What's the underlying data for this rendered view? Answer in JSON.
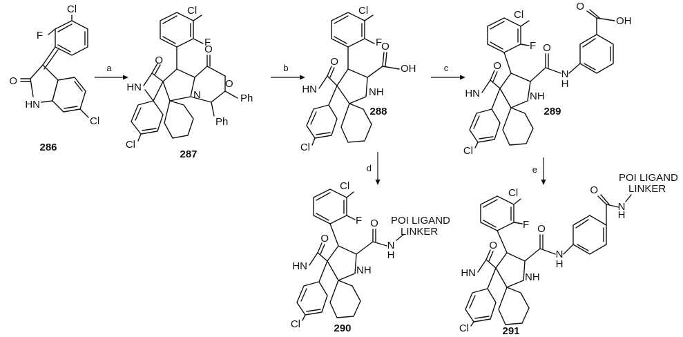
{
  "compounds": {
    "c286": "286",
    "c287": "287",
    "c288": "288",
    "c289": "289",
    "c290": "290",
    "c291": "291"
  },
  "reagents": {
    "a": "a",
    "b": "b",
    "c": "c",
    "d": "d",
    "e": "e"
  },
  "atoms": {
    "cl": "Cl",
    "f": "F",
    "o": "O",
    "hn": "HN",
    "nh": "NH",
    "n": "N",
    "h": "H",
    "oh": "OH",
    "ph": "Ph"
  },
  "linker": {
    "line1": "POI LIGAND",
    "line2": "LINKER"
  }
}
